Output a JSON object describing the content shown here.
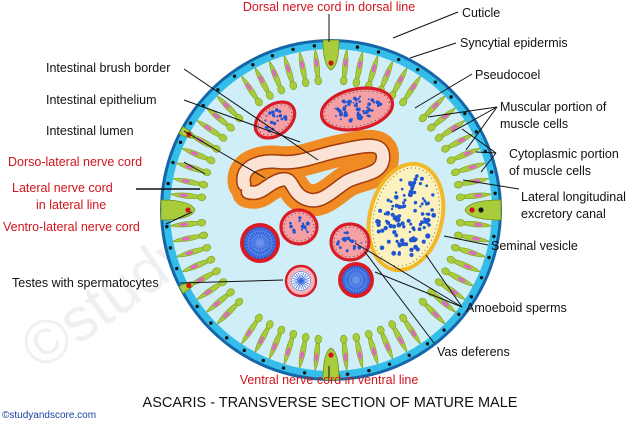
{
  "labels": {
    "dorsal_nerve_cord": "Dorsal nerve cord in dorsal line",
    "cuticle": "Cuticle",
    "syncytial_epidermis": "Syncytial epidermis",
    "intestinal_brush_border": "Intestinal brush border",
    "pseudocoel": "Pseudocoel",
    "intestinal_epithelium": "Intestinal epithelium",
    "muscular_portion_line1": "Muscular portion of",
    "muscular_portion_line2": "muscle cells",
    "intestinal_lumen": "Intestinal lumen",
    "cytoplasmic_portion_line1": "Cytoplasmic portion",
    "cytoplasmic_portion_line2": "of muscle cells",
    "dorso_lateral_nerve_cord": "Dorso-lateral nerve cord",
    "lateral_nerve_cord_line1": "Lateral nerve cord",
    "lateral_nerve_cord_line2": "in lateral line",
    "lateral_canal_line1": "Lateral longitudinal",
    "lateral_canal_line2": "excretory canal",
    "ventro_lateral_nerve_cord": "Ventro-lateral nerve cord",
    "seminal_vesicle": "Seminal vesicle",
    "testes": "Testes with spermatocytes",
    "amoeboid_sperms": "Amoeboid sperms",
    "vas_deferens": "Vas deferens",
    "ventral_nerve_cord": "Ventral nerve cord in ventral line"
  },
  "title": "ASCARIS - TRANSVERSE SECTION OF MATURE MALE",
  "credit": "©studyandscore.com",
  "watermark": "©studyandscore",
  "colors": {
    "cuticle": "#1565a8",
    "epidermis": "#33bde8",
    "muscle": "#a8cc3a",
    "muscle_nucleus": "#e065c8",
    "pseudocoel": "#cfeef8",
    "intestine_outer": "#f08a22",
    "intestine_lumen": "#fbe3d6",
    "vesicle_fill": "#fcf2c0",
    "vesicle_border": "#f0b82a",
    "sperm": "#1f55cf",
    "tube_fill": "#f6a0a6",
    "tube_border": "#d81c26",
    "nerve_red": "#d0141b"
  }
}
